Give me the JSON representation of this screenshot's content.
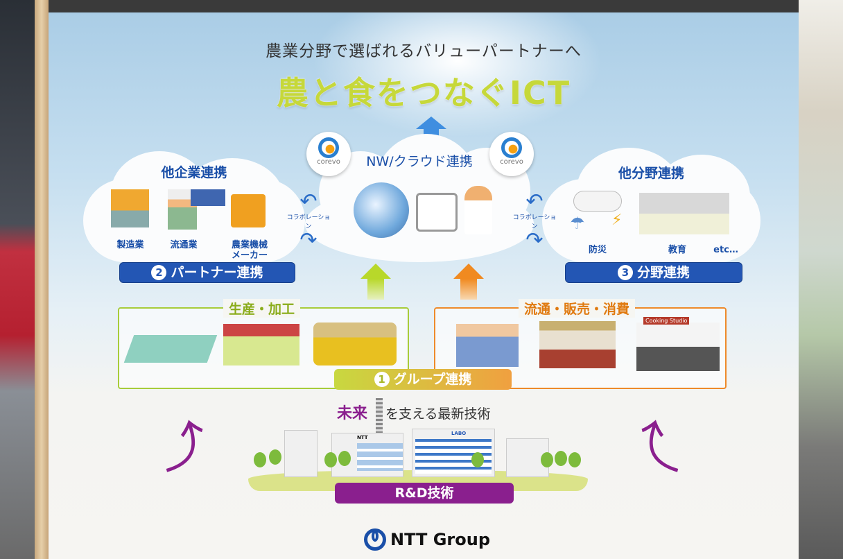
{
  "poster": {
    "subtitle": "農業分野で選ばれるバリューパートナーへ",
    "title": "農と食をつなぐICT",
    "center_cloud": {
      "title": "NW/クラウド連携",
      "badge": "corevo"
    },
    "left_cloud": {
      "title": "他企業連携",
      "items": [
        "製造業",
        "流通業",
        "農業機械",
        "メーカー"
      ],
      "collab": "コラボレーション",
      "pill_number": "2",
      "pill_label": "パートナー連携"
    },
    "right_cloud": {
      "title": "他分野連携",
      "items": [
        "防災",
        "教育",
        "etc…"
      ],
      "collab": "コラボレーション",
      "pill_number": "3",
      "pill_label": "分野連携"
    },
    "production": {
      "title": "生産・加工"
    },
    "distribution": {
      "title": "流通・販売・消費",
      "sign": "Cooking Studio"
    },
    "group": {
      "pill_number": "1",
      "pill_label": "グループ連携"
    },
    "future": {
      "highlight": "未来",
      "rest": "を支える最新技術",
      "bldg1": "NTT",
      "bldg2": "LABO"
    },
    "rd": {
      "label": "R&D技術"
    },
    "brand": {
      "name": "NTT Group"
    }
  },
  "colors": {
    "blue": "#2356b4",
    "green": "#a8cc3a",
    "orange": "#ee8a2a",
    "purple": "#8a1f8e"
  }
}
